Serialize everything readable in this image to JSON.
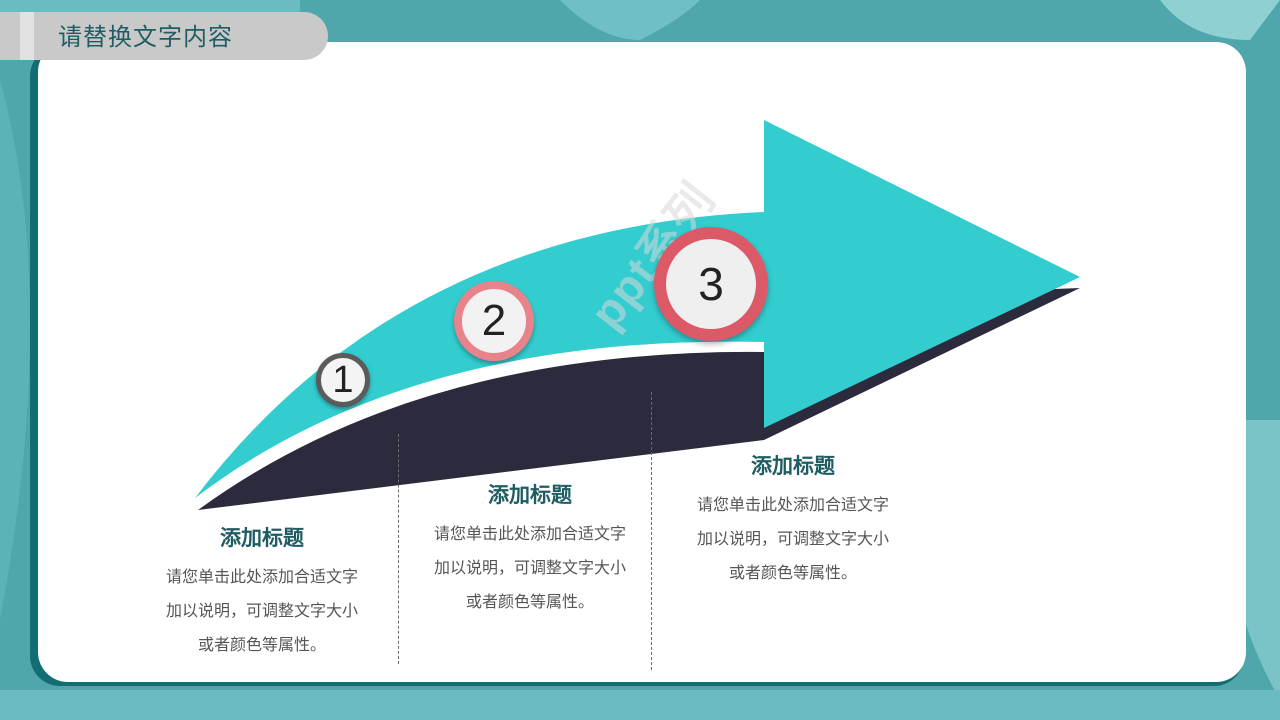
{
  "page": {
    "title": "请替换文字内容"
  },
  "steps": [
    {
      "number": "1"
    },
    {
      "number": "2"
    },
    {
      "number": "3"
    }
  ],
  "blocks": [
    {
      "title": "添加标题",
      "lines": [
        "请您单击此处添加合适文字",
        "加以说明，可调整文字大小",
        "或者颜色等属性。"
      ]
    },
    {
      "title": "添加标题",
      "lines": [
        "请您单击此处添加合适文字",
        "加以说明，可调整文字大小",
        "或者颜色等属性。"
      ]
    },
    {
      "title": "添加标题",
      "lines": [
        "请您单击此处添加合适文字",
        "加以说明，可调整文字大小",
        "或者颜色等属性。"
      ]
    }
  ],
  "watermark": "ppt系列",
  "colors": {
    "background": "#4fa7ab",
    "accent_arrow": "#33cdd0",
    "arrow_shadow": "#2c2a3d",
    "heading": "#1f5d63",
    "step_ring_1": "#5b5b5b",
    "step_ring_2": "#e9838b",
    "step_ring_3": "#dc5a68"
  }
}
